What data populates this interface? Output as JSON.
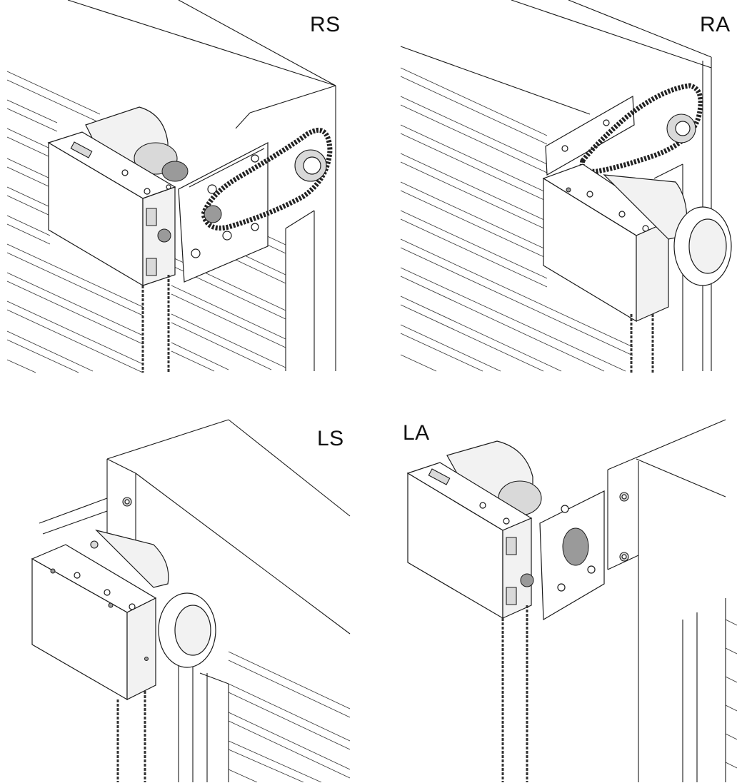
{
  "panels": [
    {
      "id": "rs",
      "label": "RS"
    },
    {
      "id": "ra",
      "label": "RA"
    },
    {
      "id": "ls",
      "label": "LS"
    },
    {
      "id": "la",
      "label": "LA"
    }
  ]
}
